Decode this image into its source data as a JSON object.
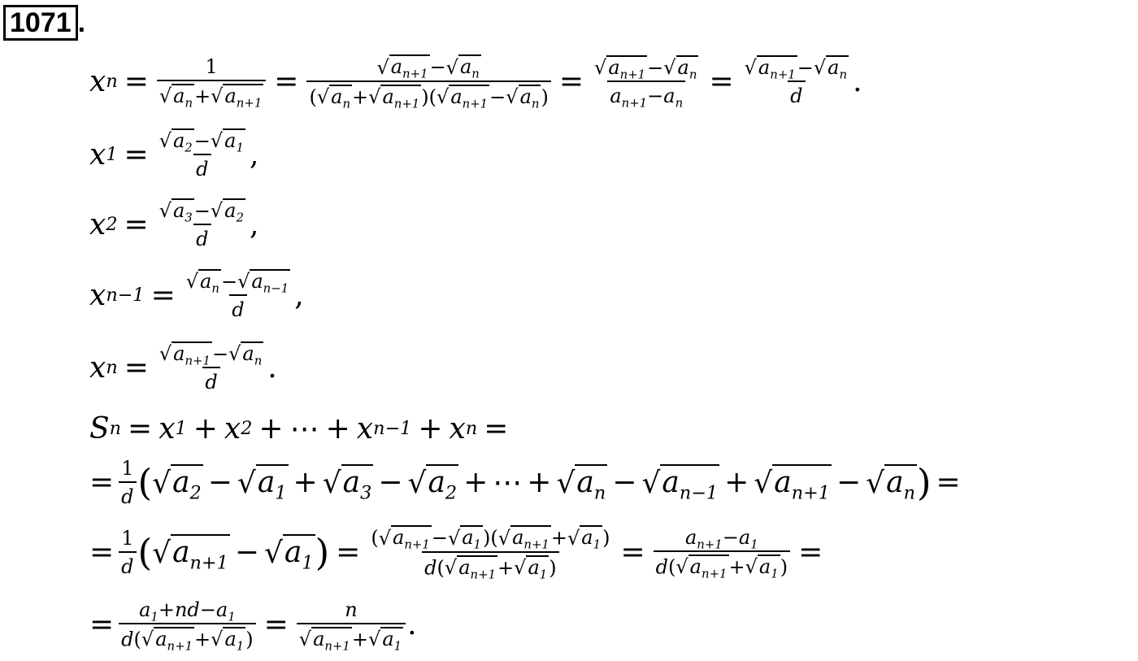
{
  "problem_number": "1071",
  "problem_dot": ".",
  "t": {
    "x": "x",
    "a": "a",
    "d": "d",
    "n": "n",
    "S": "S",
    "one": "1",
    "sub_n": "n",
    "sub_n1": "n+1",
    "sub_nm1": "n−1",
    "sub_1": "1",
    "sub_2": "2",
    "sub_3": "3",
    "nd": "nd",
    "eq": "=",
    "plus": "+",
    "minus": "−",
    "dots": "⋯",
    "comma": ",",
    "period": ".",
    "sqrt": "√",
    "lp": "(",
    "rp": ")"
  }
}
